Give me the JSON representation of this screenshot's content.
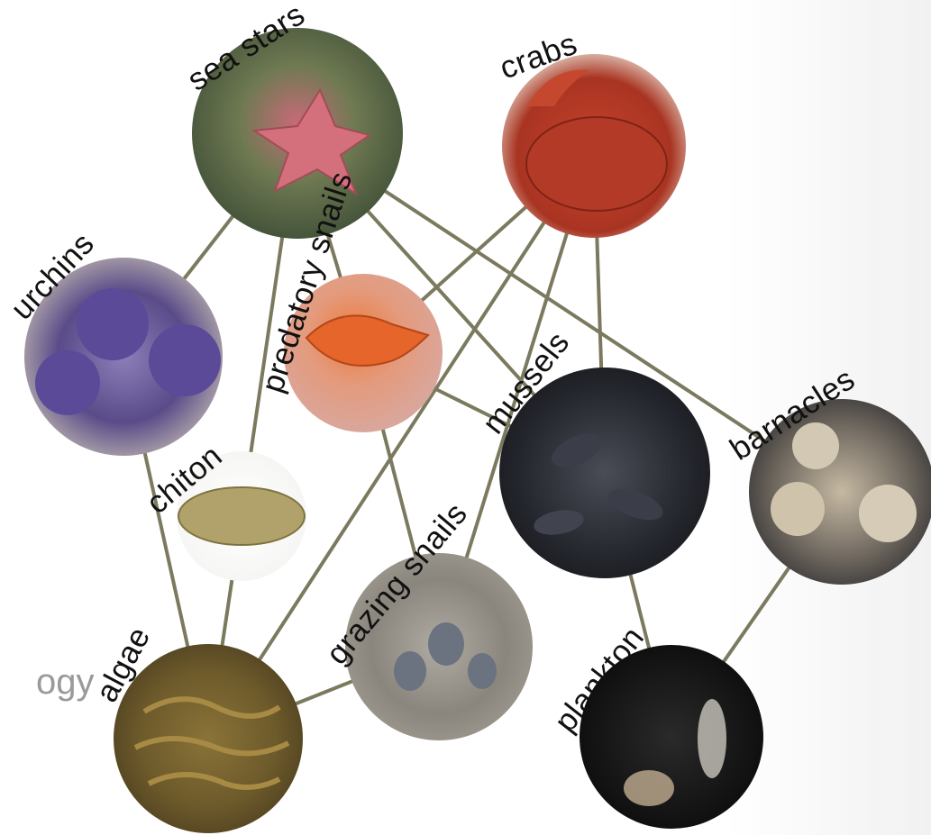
{
  "slide_text_fragment": "ogy",
  "colors": {
    "edge": "#7b7a5f",
    "label": "#111111",
    "fragment": "#9a9a9a"
  },
  "organisms": [
    {
      "id": "sea-stars",
      "label": "sea stars"
    },
    {
      "id": "crabs",
      "label": "crabs"
    },
    {
      "id": "urchins",
      "label": "urchins"
    },
    {
      "id": "predatory-snails",
      "label": "predatory snails"
    },
    {
      "id": "mussels",
      "label": "mussels"
    },
    {
      "id": "barnacles",
      "label": "barnacles"
    },
    {
      "id": "chiton",
      "label": "chiton"
    },
    {
      "id": "grazing-snails",
      "label": "grazing snails"
    },
    {
      "id": "algae",
      "label": "algae"
    },
    {
      "id": "plankton",
      "label": "plankton"
    }
  ],
  "links": [
    [
      "sea-stars",
      "urchins"
    ],
    [
      "sea-stars",
      "chiton"
    ],
    [
      "sea-stars",
      "predatory-snails"
    ],
    [
      "sea-stars",
      "mussels"
    ],
    [
      "sea-stars",
      "barnacles"
    ],
    [
      "crabs",
      "predatory-snails"
    ],
    [
      "crabs",
      "algae"
    ],
    [
      "crabs",
      "grazing-snails"
    ],
    [
      "crabs",
      "mussels"
    ],
    [
      "predatory-snails",
      "mussels"
    ],
    [
      "predatory-snails",
      "grazing-snails"
    ],
    [
      "urchins",
      "algae"
    ],
    [
      "chiton",
      "algae"
    ],
    [
      "grazing-snails",
      "algae"
    ],
    [
      "mussels",
      "plankton"
    ],
    [
      "barnacles",
      "plankton"
    ]
  ]
}
